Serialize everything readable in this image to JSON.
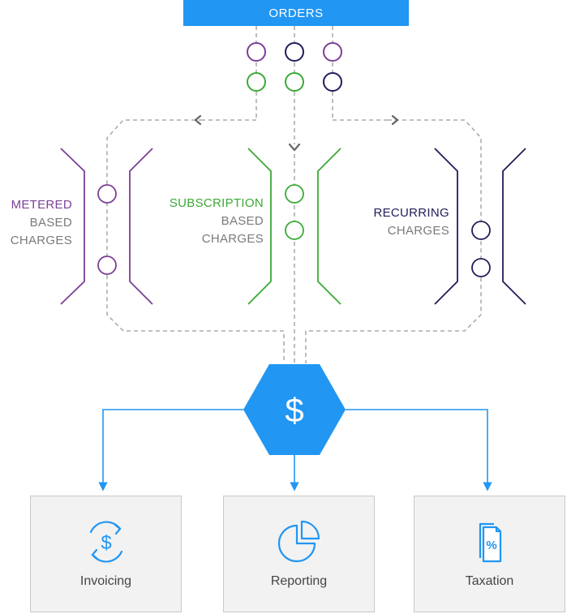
{
  "header": {
    "orders_label": "ORDERS"
  },
  "groups": {
    "metered": {
      "title": "METERED",
      "line2": "BASED",
      "line3": "CHARGES"
    },
    "subscription": {
      "title": "SUBSCRIPTION",
      "line2": "BASED",
      "line3": "CHARGES"
    },
    "recurring": {
      "title": "RECURRING",
      "line2": "CHARGES"
    }
  },
  "hub": {
    "symbol": "$"
  },
  "outputs": [
    {
      "label": "Invoicing",
      "icon": "invoice-cycle-icon"
    },
    {
      "label": "Reporting",
      "icon": "pie-chart-icon"
    },
    {
      "label": "Taxation",
      "icon": "tax-document-icon"
    }
  ],
  "colors": {
    "accent": "#2196f3",
    "metered": "#7b3f96",
    "subscription": "#3aaa35",
    "recurring": "#1f1d5a",
    "text_grey": "#7a7a7a",
    "dash": "#9a9a9a"
  }
}
